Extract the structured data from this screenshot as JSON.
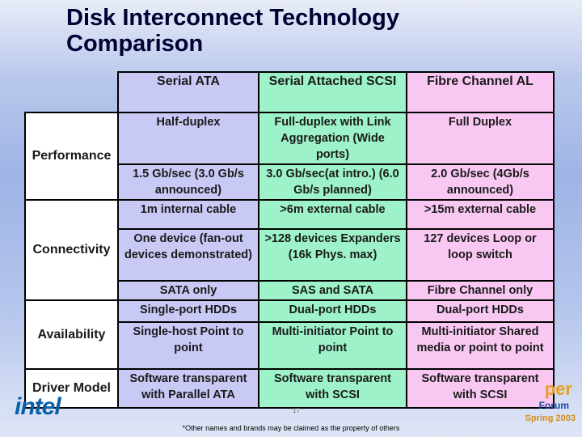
{
  "title_line1": "Disk Interconnect Technology",
  "title_line2": "Comparison",
  "headers": [
    "Serial ATA",
    "Serial Attached SCSI",
    "Fibre Channel AL"
  ],
  "groups": {
    "performance": "Performance",
    "connectivity": "Connectivity",
    "availability": "Availability",
    "driver_model": "Driver Model"
  },
  "rows": {
    "duplex": [
      "Half-duplex",
      "Full-duplex with Link Aggregation (Wide ports)",
      "Full Duplex"
    ],
    "speed": [
      "1.5 Gb/sec (3.0 Gb/s announced)",
      "3.0 Gb/sec(at intro.) (6.0 Gb/s planned)",
      "2.0 Gb/sec (4Gb/s announced)"
    ],
    "cable": [
      "1m internal cable",
      ">6m external cable",
      ">15m external cable"
    ],
    "devices": [
      "One device (fan-out devices demonstrated)",
      ">128 devices Expanders (16k Phys. max)",
      "127 devices Loop or loop switch"
    ],
    "compat": [
      "SATA only",
      "SAS and SATA",
      "Fibre Channel only"
    ],
    "ports": [
      "Single-port HDDs",
      "Dual-port HDDs",
      "Dual-port HDDs"
    ],
    "host": [
      "Single-host Point to point",
      "Multi-initiator Point to point",
      "Multi-initiator Shared media or point to point"
    ],
    "driver": [
      "Software transparent with Parallel ATA",
      "Software transparent with SCSI",
      "Software transparent with SCSI"
    ]
  },
  "logo_left": "intel",
  "logo_right_top": "per",
  "logo_right_mid": "Forum",
  "logo_right_bottom": "Spring 2003",
  "page_number": "17",
  "footnote": "*Other names and brands may be claimed as the property of others"
}
